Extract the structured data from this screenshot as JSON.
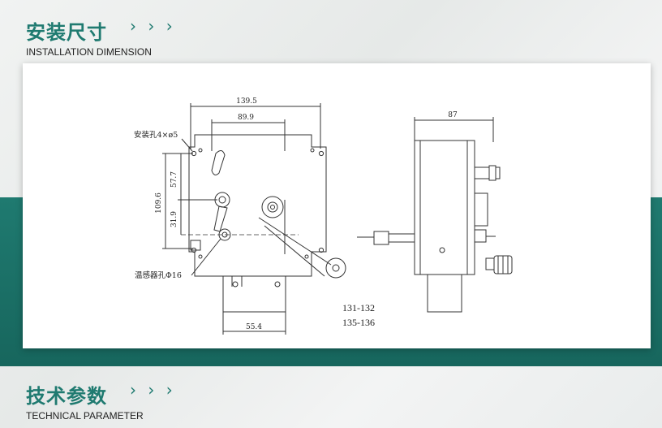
{
  "install_section": {
    "title_cn": "安装尺寸",
    "title_en": "INSTALLATION DIMENSION",
    "chevrons": "› › ›"
  },
  "tech_section": {
    "title_cn": "技术参数",
    "title_en": "TECHNICAL PARAMETER",
    "chevrons": "› › ›"
  },
  "drawing": {
    "dim_total_width": "139.5",
    "dim_hole_spacing": "89.9",
    "dim_side_depth": "87",
    "dim_height": "109.6",
    "dim_upper": "57.7",
    "dim_lower": "31.9",
    "dim_bottom": "55.4",
    "label_mount_holes": "安装孔4×ø5",
    "label_sensor_hole": "温感器孔Φ16",
    "model_line1": "131-132",
    "model_line2": "135-136"
  },
  "colors": {
    "accent": "#1f7a70",
    "band": "#17665d"
  }
}
